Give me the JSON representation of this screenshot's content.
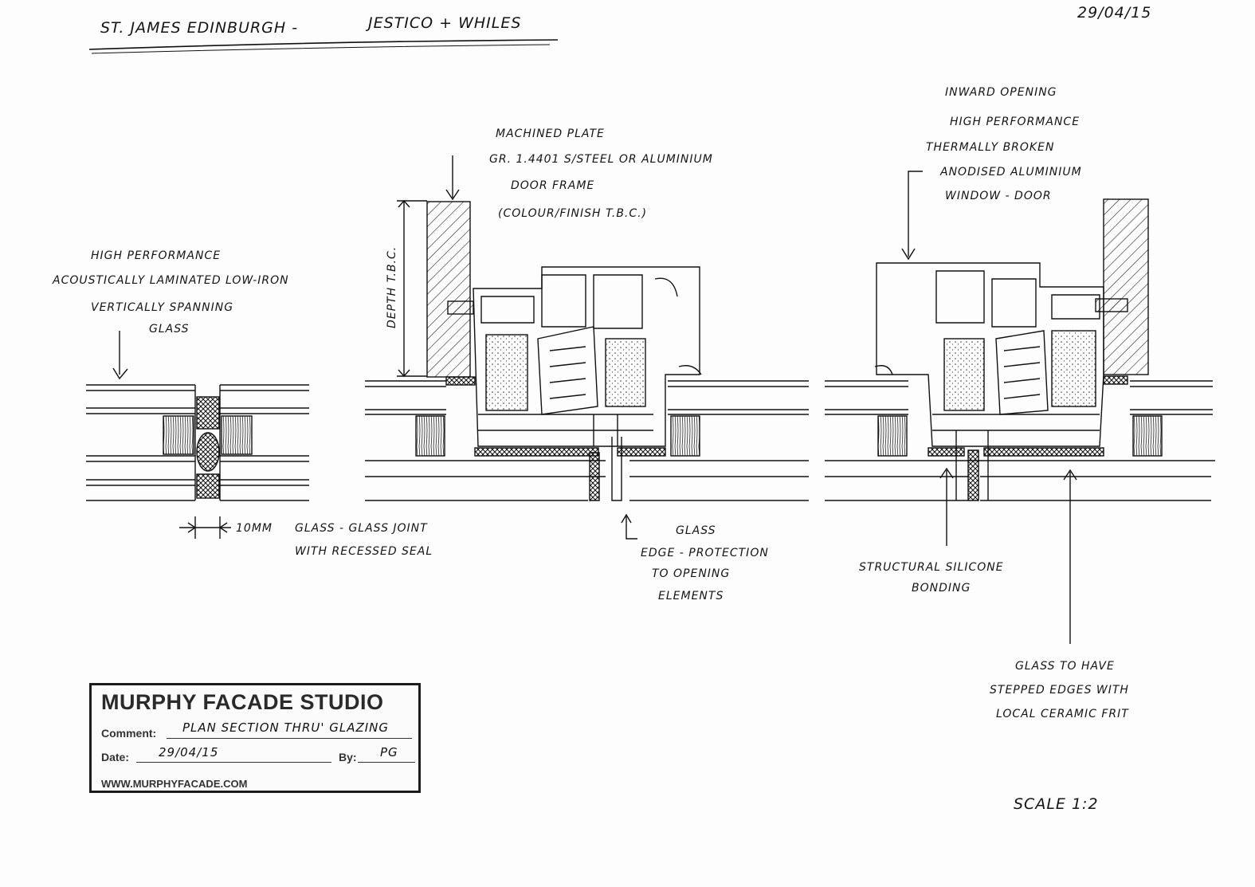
{
  "header": {
    "project": "ST. JAMES EDINBURGH -",
    "architect": "JESTICO + WHILES",
    "date": "29/04/15"
  },
  "notes": {
    "glass_line1": "HIGH PERFORMANCE",
    "glass_line2": "ACOUSTICALLY LAMINATED LOW-IRON",
    "glass_line3": "VERTICALLY SPANNING",
    "glass_line4": "GLASS",
    "plate_line1": "MACHINED PLATE",
    "plate_line2": "GR. 1.4401 S/STEEL OR ALUMINIUM",
    "plate_line3": "DOOR FRAME",
    "plate_line4": "(COLOUR/FINISH T.B.C.)",
    "window_line1": "INWARD OPENING",
    "window_line2": "HIGH PERFORMANCE",
    "window_line3": "THERMALLY BROKEN",
    "window_line4": "ANODISED ALUMINIUM",
    "window_line5": "WINDOW - DOOR",
    "depth": "DEPTH T.B.C.",
    "joint_dim": "10MM",
    "joint_line1": "GLASS - GLASS JOINT",
    "joint_line2": "WITH RECESSED SEAL",
    "edge_line1": "GLASS",
    "edge_line2": "EDGE - PROTECTION",
    "edge_line3": "TO OPENING",
    "edge_line4": "ELEMENTS",
    "silicone_line1": "STRUCTURAL SILICONE",
    "silicone_line2": "BONDING",
    "stepped_line1": "GLASS TO HAVE",
    "stepped_line2": "STEPPED EDGES WITH",
    "stepped_line3": "LOCAL CERAMIC FRIT",
    "scale": "SCALE 1:2"
  },
  "stamp": {
    "company": "MURPHY FACADE STUDIO",
    "comment_label": "Comment:",
    "comment_value": "PLAN SECTION THRU' GLAZING",
    "date_label": "Date:",
    "date_value": "29/04/15",
    "by_label": "By:",
    "by_value": "PG",
    "website": "WWW.MURPHYFACADE.COM"
  }
}
